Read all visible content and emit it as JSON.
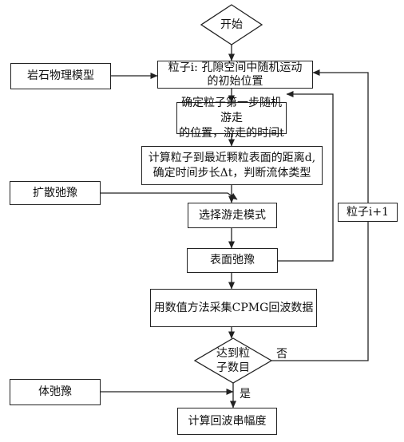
{
  "flowchart": {
    "start": "开始",
    "rock_model": "岩石物理模型",
    "diffusion": "扩散弛豫",
    "bulk": "体弛豫",
    "step1": {
      "line1": "粒子i: 孔隙空间中随机运动",
      "line2": "的初始位置"
    },
    "step2": {
      "line1": "确定粒子第一步随机游走",
      "line2": "的位置，游走的时间t"
    },
    "step3": {
      "line1": "计算粒子到最近颗粒表面的距离d,",
      "line2": "确定时间步长Δt，判断流体类型"
    },
    "step4": "选择游走模式",
    "step5": "表面弛豫",
    "step6": "用数值方法采集CPMG回波数据",
    "decision": {
      "line1": "达到粒",
      "line2": "子数目"
    },
    "next_particle": "粒子i+1",
    "no_label": "否",
    "yes_label": "是",
    "final": "计算回波串幅度"
  }
}
